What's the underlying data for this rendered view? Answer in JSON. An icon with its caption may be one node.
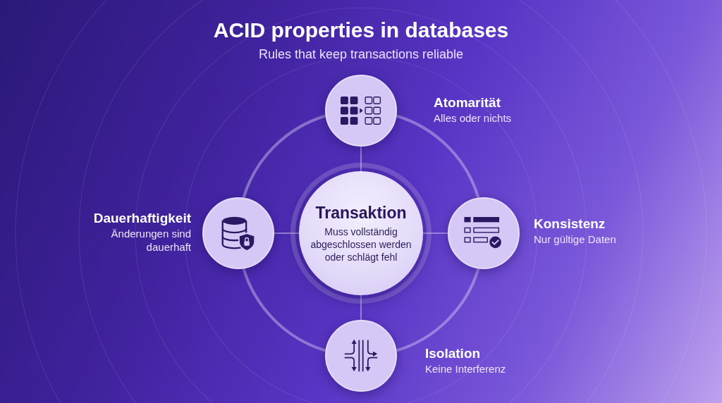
{
  "diagram": {
    "title": "ACID properties in databases",
    "nodes": [
      {
        "text": [
          "Atomarität",
          "Alles oder nichts"
        ]
      },
      {
        "text": [
          "Dauerhaftigkeit",
          "Änderungen sind dauerhaft"
        ]
      },
      {
        "text": [
          "Transaktion",
          "Muss vollständig abgeschlossen werden oder schlägt fehl"
        ]
      },
      {
        "text": [
          "Konsistenz",
          "Nur gültige Daten"
        ]
      },
      {
        "text": [
          "Isolation",
          "Keine Interferenz"
        ]
      }
    ],
    "edges": [
      {
        "from": 2,
        "to": 0,
        "arrow": "none"
      },
      {
        "from": 2,
        "to": 3,
        "arrow": "none"
      },
      {
        "from": 2,
        "to": 4,
        "arrow": "none"
      },
      {
        "from": 2,
        "to": 1,
        "arrow": "none"
      },
      {
        "from": 0,
        "to": 3,
        "arrow": "none",
        "style": "thick"
      },
      {
        "from": 3,
        "to": 4,
        "arrow": "none",
        "style": "thick"
      },
      {
        "from": 4,
        "to": 1,
        "arrow": "none",
        "style": "thick"
      },
      {
        "from": 1,
        "to": 0,
        "arrow": "none",
        "style": "thick"
      }
    ],
    "labels": [
      "Rules that keep transactions reliable"
    ]
  }
}
